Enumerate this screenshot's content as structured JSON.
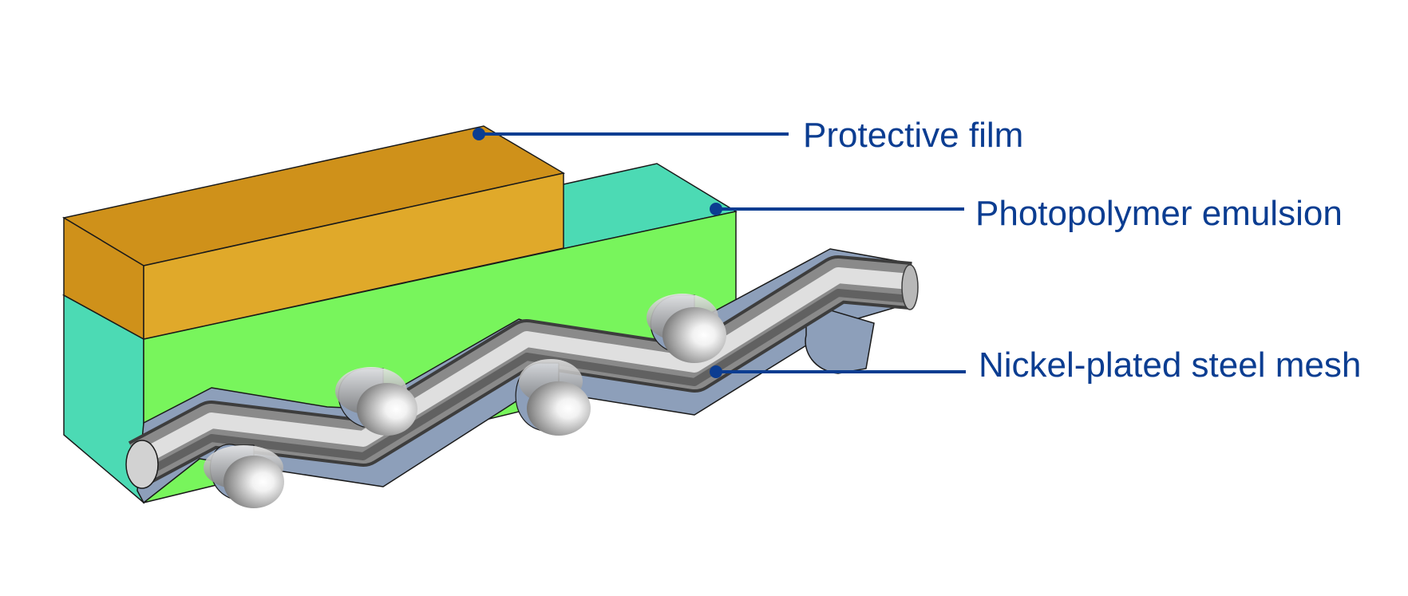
{
  "diagram": {
    "colors": {
      "label": "#0b3d91",
      "protective_film_top": "#e0a92a",
      "protective_film_side": "#cf911a",
      "emulsion_front": "#78f55c",
      "emulsion_side": "#4cdab4",
      "mesh_coating": "#8d9fba",
      "mesh_steel": "#9c9c9c",
      "outline": "#1a1a1a"
    },
    "callouts": [
      {
        "id": "protective-film",
        "label": "Protective film"
      },
      {
        "id": "photopolymer-emulsion",
        "label": "Photopolymer emulsion"
      },
      {
        "id": "steel-mesh",
        "label": "Nickel-plated steel mesh"
      }
    ]
  }
}
